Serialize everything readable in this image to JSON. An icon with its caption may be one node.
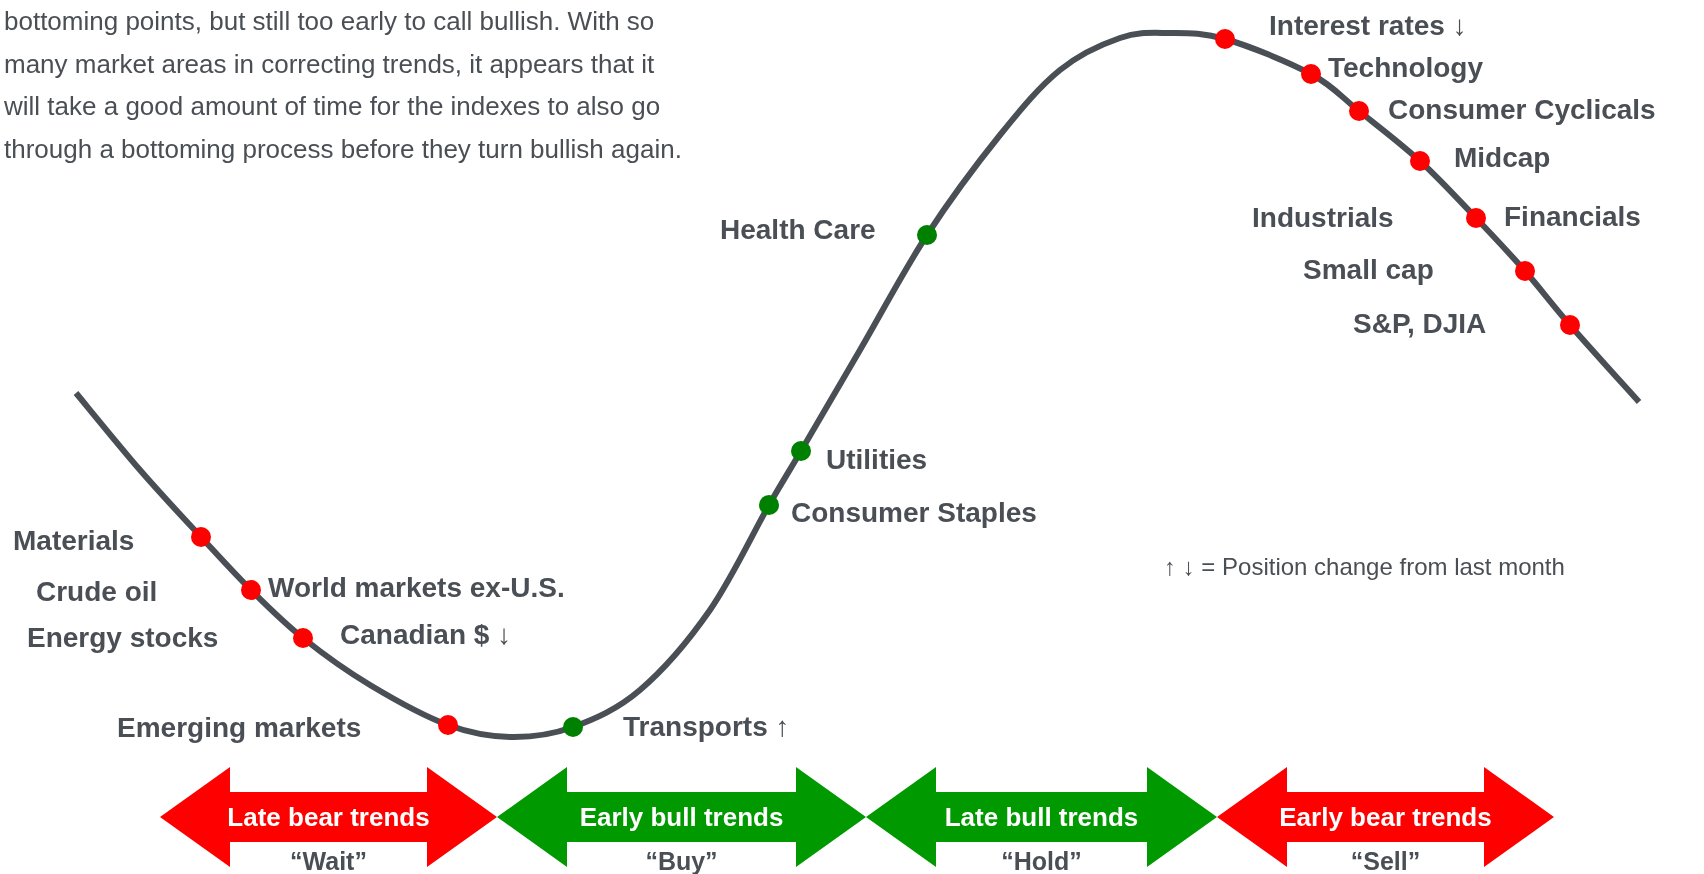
{
  "diagram": {
    "nodes": [
      {
        "text": [
          "Late bear trends"
        ],
        "beside": [
          "“Wait”"
        ]
      },
      {
        "text": [
          "Early bull trends"
        ],
        "beside": [
          "“Buy”"
        ]
      },
      {
        "text": [
          "Late bull trends"
        ],
        "beside": [
          "“Hold”"
        ]
      },
      {
        "text": [
          "Early bear trends"
        ],
        "beside": [
          "“Sell”"
        ]
      }
    ],
    "edges": [],
    "labels": [
      "bottoming points, but still too early to call bullish. With so many market areas in correcting trends, it appears that it will take a good amount of time for the indexes to also go through a bottoming process before they turn bullish again.",
      "Interest rates ↓",
      "Technology",
      "Consumer Cyclicals",
      "Midcap",
      "Health Care",
      "Industrials",
      "Financials",
      "Small cap",
      "S&P, DJIA",
      "Utilities",
      "Consumer Staples",
      "↑ ↓ = Position change from last month",
      "Materials",
      "World markets ex-U.S.",
      "Crude oil",
      "Canadian $ ↓",
      "Energy stocks",
      "Emerging markets",
      "Transports ↑"
    ]
  }
}
